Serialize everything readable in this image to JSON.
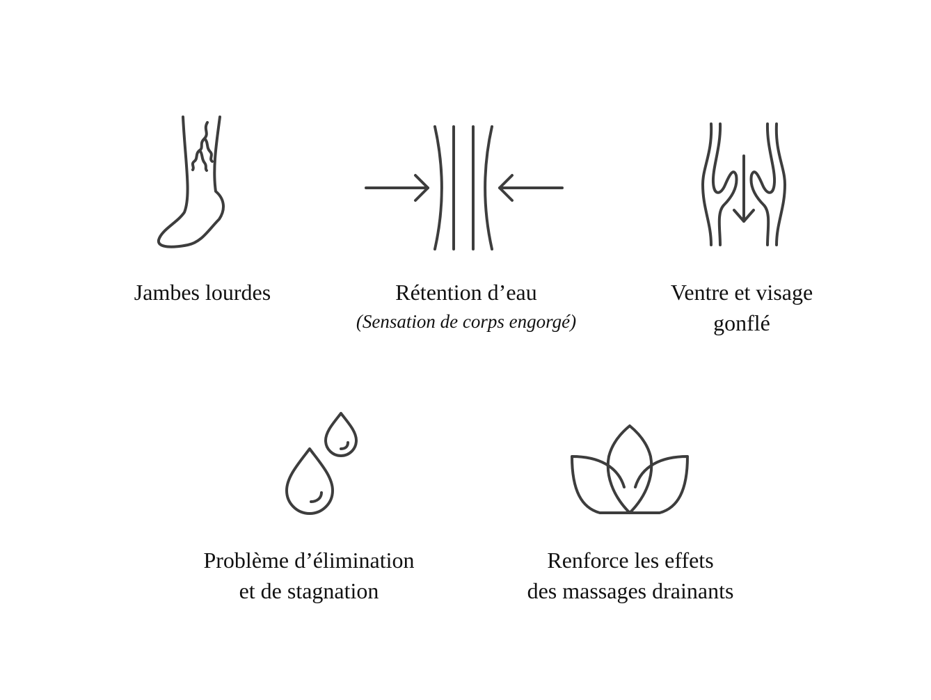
{
  "items": [
    {
      "icon": "leg-veins-icon",
      "title": "Jambes lourdes"
    },
    {
      "icon": "compression-arrows-icon",
      "title": "Rétention d’eau",
      "subtitle": "(Sensation de corps engorgé)"
    },
    {
      "icon": "belly-arrow-down-icon",
      "title": "Ventre et visage",
      "title2": "gonflé"
    },
    {
      "icon": "water-drops-icon",
      "title": "Problème d’élimination",
      "title2": "et de stagnation"
    },
    {
      "icon": "lotus-icon",
      "title": "Renforce les effets",
      "title2": "des massages drainants"
    }
  ]
}
